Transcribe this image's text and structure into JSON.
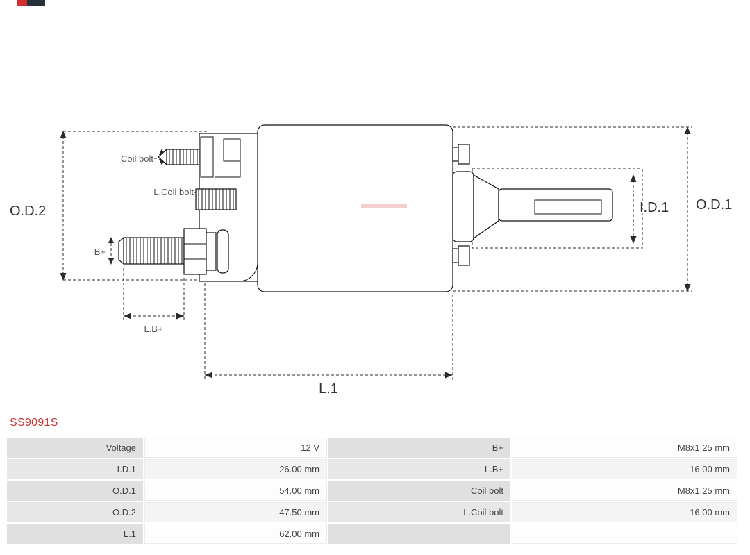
{
  "part": {
    "number": "SS9091S"
  },
  "diagram": {
    "labels": {
      "od2": "O.D.2",
      "od1": "O.D.1",
      "id1": "I.D.1",
      "l1": "L.1",
      "lb": "L.B+",
      "bplus": "B+",
      "coil_bolt": "Coil bolt",
      "l_coil_bolt": "L.Coil bolt"
    },
    "colors": {
      "accent_red": "#cc3333",
      "line": "#111111"
    }
  },
  "table": {
    "rows": [
      {
        "c1": "Voltage",
        "c2": "12 V",
        "c3": "B+",
        "c4": "M8x1.25 mm"
      },
      {
        "c1": "I.D.1",
        "c2": "26.00 mm",
        "c3": "L.B+",
        "c4": "16.00 mm"
      },
      {
        "c1": "O.D.1",
        "c2": "54.00 mm",
        "c3": "Coil bolt",
        "c4": "M8x1.25 mm"
      },
      {
        "c1": "O.D.2",
        "c2": "47.50 mm",
        "c3": "L.Coil bolt",
        "c4": "16.00 mm"
      },
      {
        "c1": "L.1",
        "c2": "62.00 mm",
        "c3": "",
        "c4": ""
      }
    ]
  }
}
